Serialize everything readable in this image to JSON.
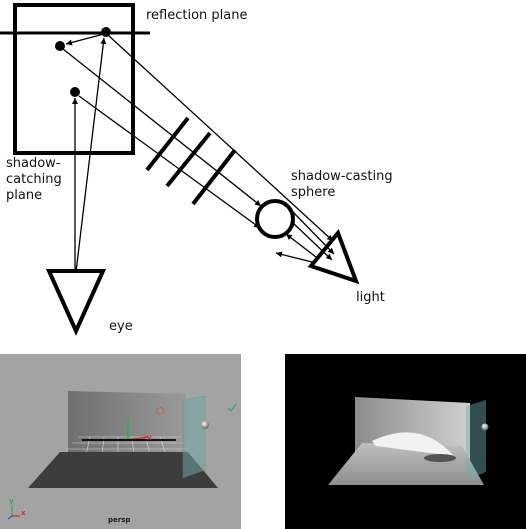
{
  "diagram": {
    "labels": {
      "reflection_plane": "reflection plane",
      "shadow_catching_plane": "shadow-\ncatching\nplane",
      "shadow_casting_sphere": "shadow-casting\nsphere",
      "light": "light",
      "eye": "eye"
    }
  },
  "viewport": {
    "camera_label": "persp",
    "axis_labels": {
      "y": "y",
      "x": "x"
    }
  },
  "render": {}
}
